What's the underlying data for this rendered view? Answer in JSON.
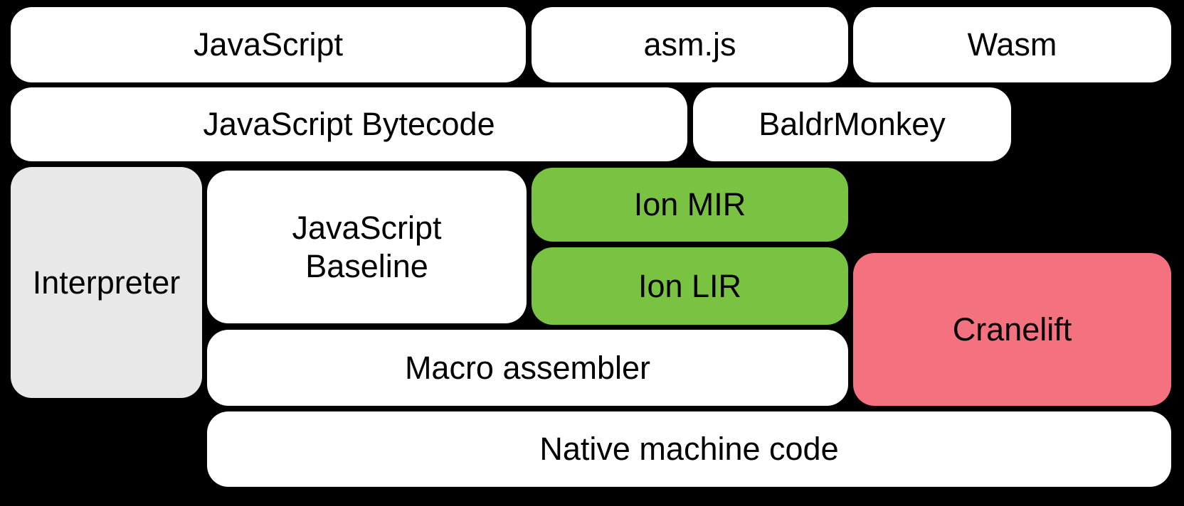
{
  "colors": {
    "background": "#000000",
    "box_white": "#ffffff",
    "box_green": "#7ac342",
    "box_pink": "#f4717f",
    "box_gray": "#e8e8e8",
    "text": "#000000"
  },
  "diagram": {
    "boxes": {
      "javascript": {
        "label": "JavaScript",
        "color": "white"
      },
      "asmjs": {
        "label": "asm.js",
        "color": "white"
      },
      "wasm": {
        "label": "Wasm",
        "color": "white"
      },
      "bytecode": {
        "label": "JavaScript Bytecode",
        "color": "white"
      },
      "baldrmonkey": {
        "label": "BaldrMonkey",
        "color": "white"
      },
      "interpreter": {
        "label": "Interpreter",
        "color": "gray"
      },
      "baseline": {
        "label": "JavaScript\nBaseline",
        "color": "white"
      },
      "ionmir": {
        "label": "Ion MIR",
        "color": "green"
      },
      "ionlir": {
        "label": "Ion LIR",
        "color": "green"
      },
      "cranelift": {
        "label": "Cranelift",
        "color": "pink"
      },
      "macro": {
        "label": "Macro assembler",
        "color": "white"
      },
      "native": {
        "label": "Native machine code",
        "color": "white"
      }
    }
  }
}
